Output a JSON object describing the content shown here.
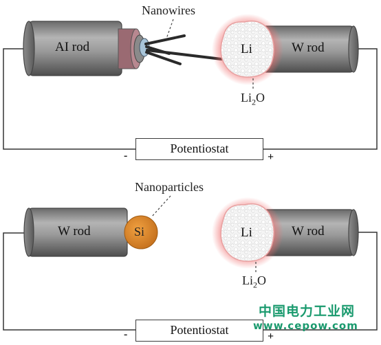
{
  "panel_top": {
    "left_rod_label": "AI rod",
    "right_rod_label": "W rod",
    "nanowires_label": "Nanowires",
    "li_label": "Li",
    "oxide": {
      "base": "Li",
      "sub": "2",
      "tail": "O"
    },
    "potentiostat_label": "Potentiostat",
    "minus": "-",
    "plus": "+"
  },
  "panel_bottom": {
    "left_rod_label": "W rod",
    "right_rod_label": "W rod",
    "si_label": "Si",
    "nanoparticles_label": "Nanoparticles",
    "li_label": "Li",
    "oxide": {
      "base": "Li",
      "sub": "2",
      "tail": "O"
    },
    "potentiostat_label": "Potentiostat",
    "minus": "-",
    "plus": "+"
  },
  "watermark": {
    "title": "中国电力工业网",
    "url": "www.cepow.com"
  },
  "colors": {
    "rod": "#8a8a8a",
    "si_particle": "#e08a2a",
    "li_glow": "#f08080",
    "watermark": "#1a9a6e"
  }
}
